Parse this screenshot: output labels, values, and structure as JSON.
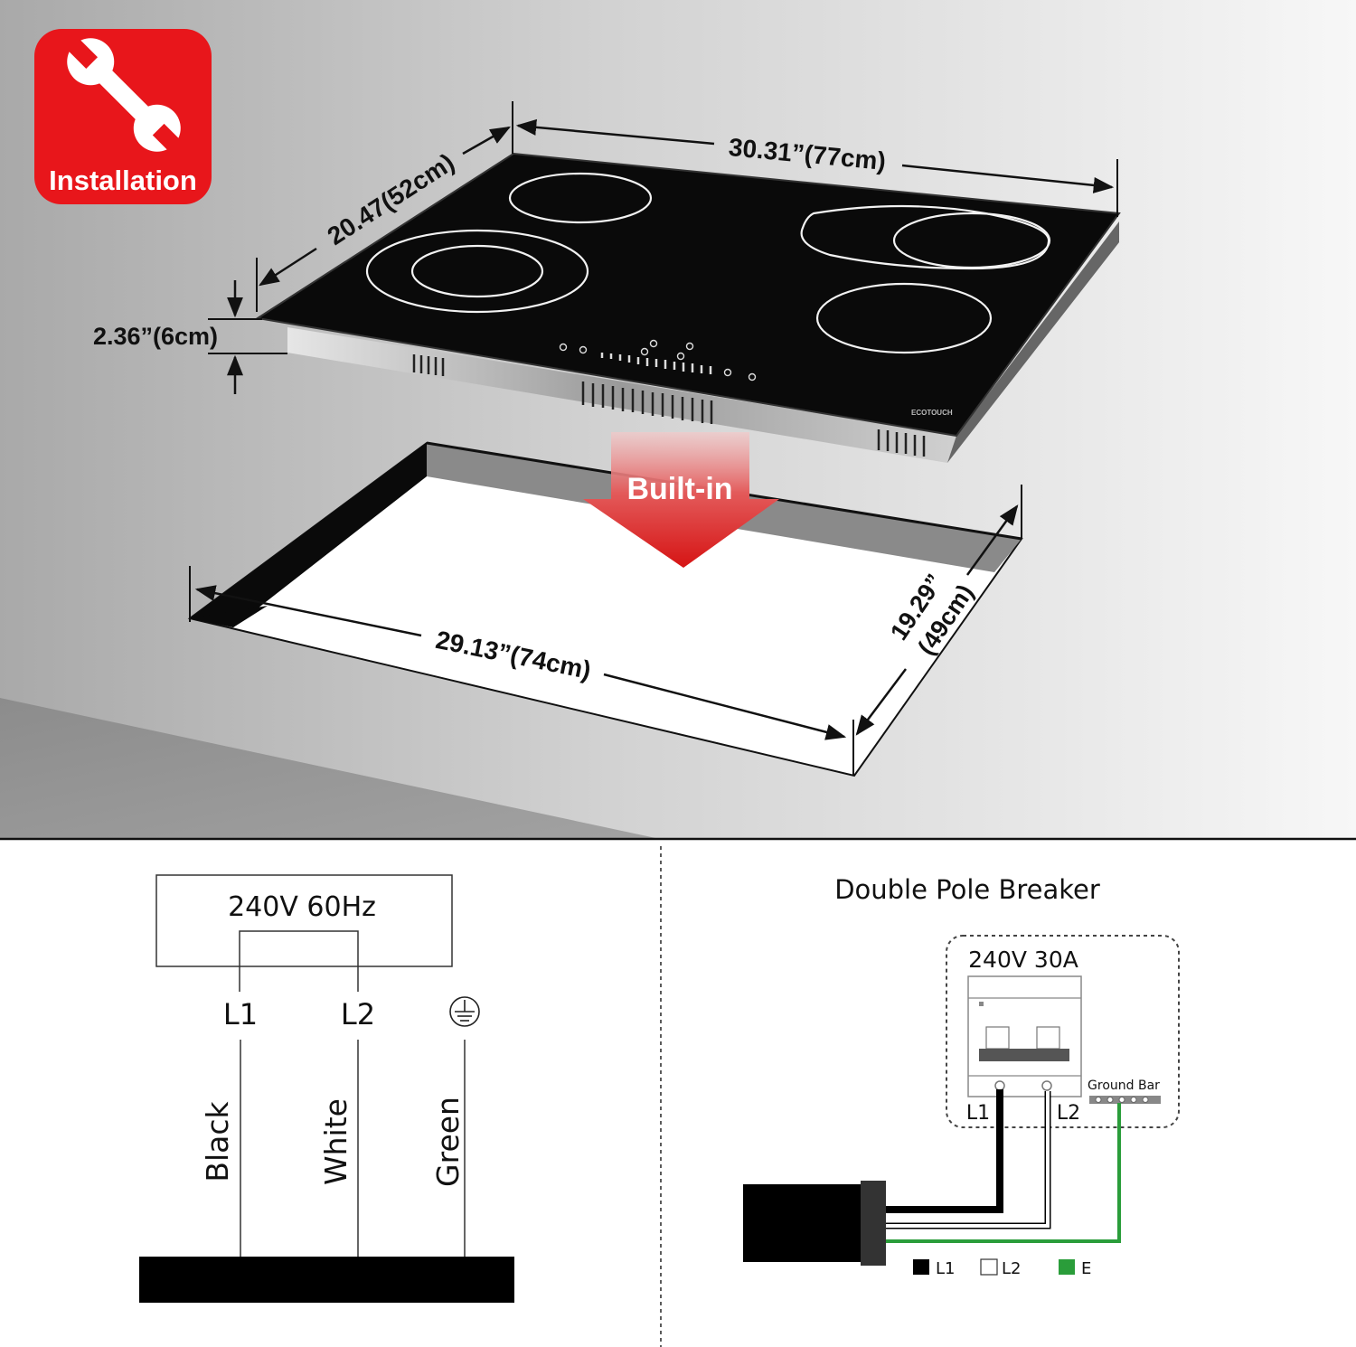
{
  "badge": {
    "label": "Installation",
    "icon": "wrench-icon",
    "color": "#e8161b"
  },
  "hob_dimensions": {
    "width": "30.31”(77cm)",
    "depth": "20.47(52cm)",
    "height": "2.36”(6cm)"
  },
  "brand_mark": "ECOTOUCH",
  "builtin_label": "Built-in",
  "cutout_dimensions": {
    "width": "29.13”(74cm)",
    "depth_line1": "19.29”",
    "depth_line2": "(49cm)"
  },
  "wiring_left": {
    "supply": "240V 60Hz",
    "terminals": [
      "L1",
      "L2"
    ],
    "ground_icon": "ground-icon",
    "wires": [
      "Black",
      "White",
      "Green"
    ]
  },
  "wiring_right": {
    "title": "Double Pole Breaker",
    "rating": "240V 30A",
    "terminals": [
      "L1",
      "L2"
    ],
    "ground_bar": "Ground Bar",
    "legend": [
      "L1",
      "L2",
      "E"
    ],
    "colors": {
      "l1": "#000000",
      "l2": "#ffffff",
      "e": "#2a9d3a"
    }
  }
}
